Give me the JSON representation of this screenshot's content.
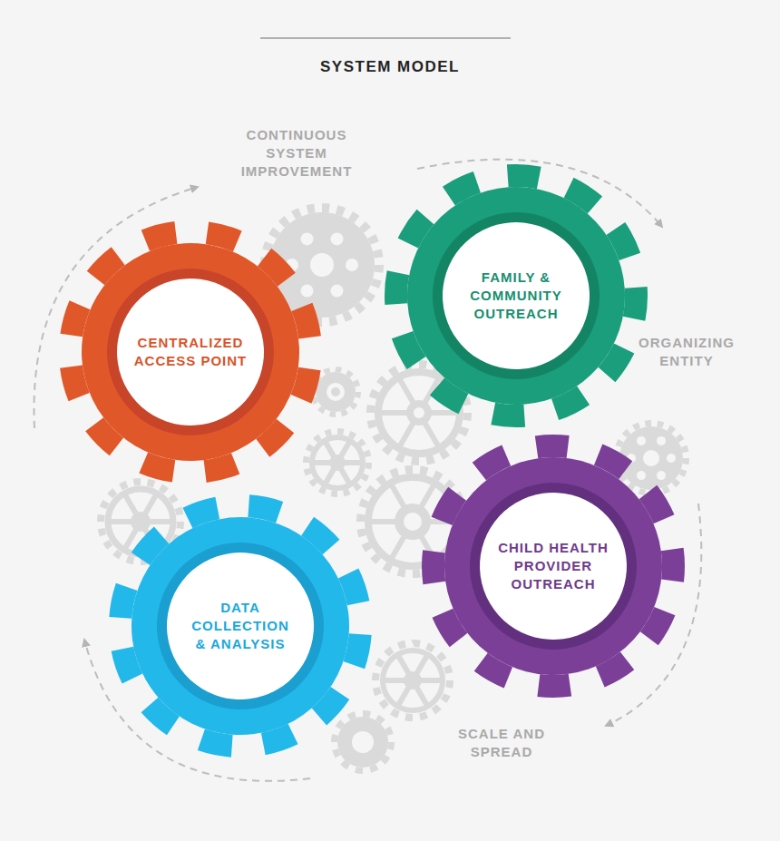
{
  "diagram": {
    "title": "SYSTEM MODEL",
    "nodes": [
      {
        "text": [
          "CENTRALIZED ACCESS POINT"
        ]
      },
      {
        "text": [
          "FAMILY & COMMUNITY OUTREACH"
        ]
      },
      {
        "text": [
          "DATA COLLECTION & ANALYSIS"
        ]
      },
      {
        "text": [
          "CHILD HEALTH PROVIDER OUTREACH"
        ]
      }
    ],
    "labels": [
      "CONTINUOUS SYSTEM IMPROVEMENT",
      "ORGANIZING ENTITY",
      "SCALE AND SPREAD"
    ]
  }
}
